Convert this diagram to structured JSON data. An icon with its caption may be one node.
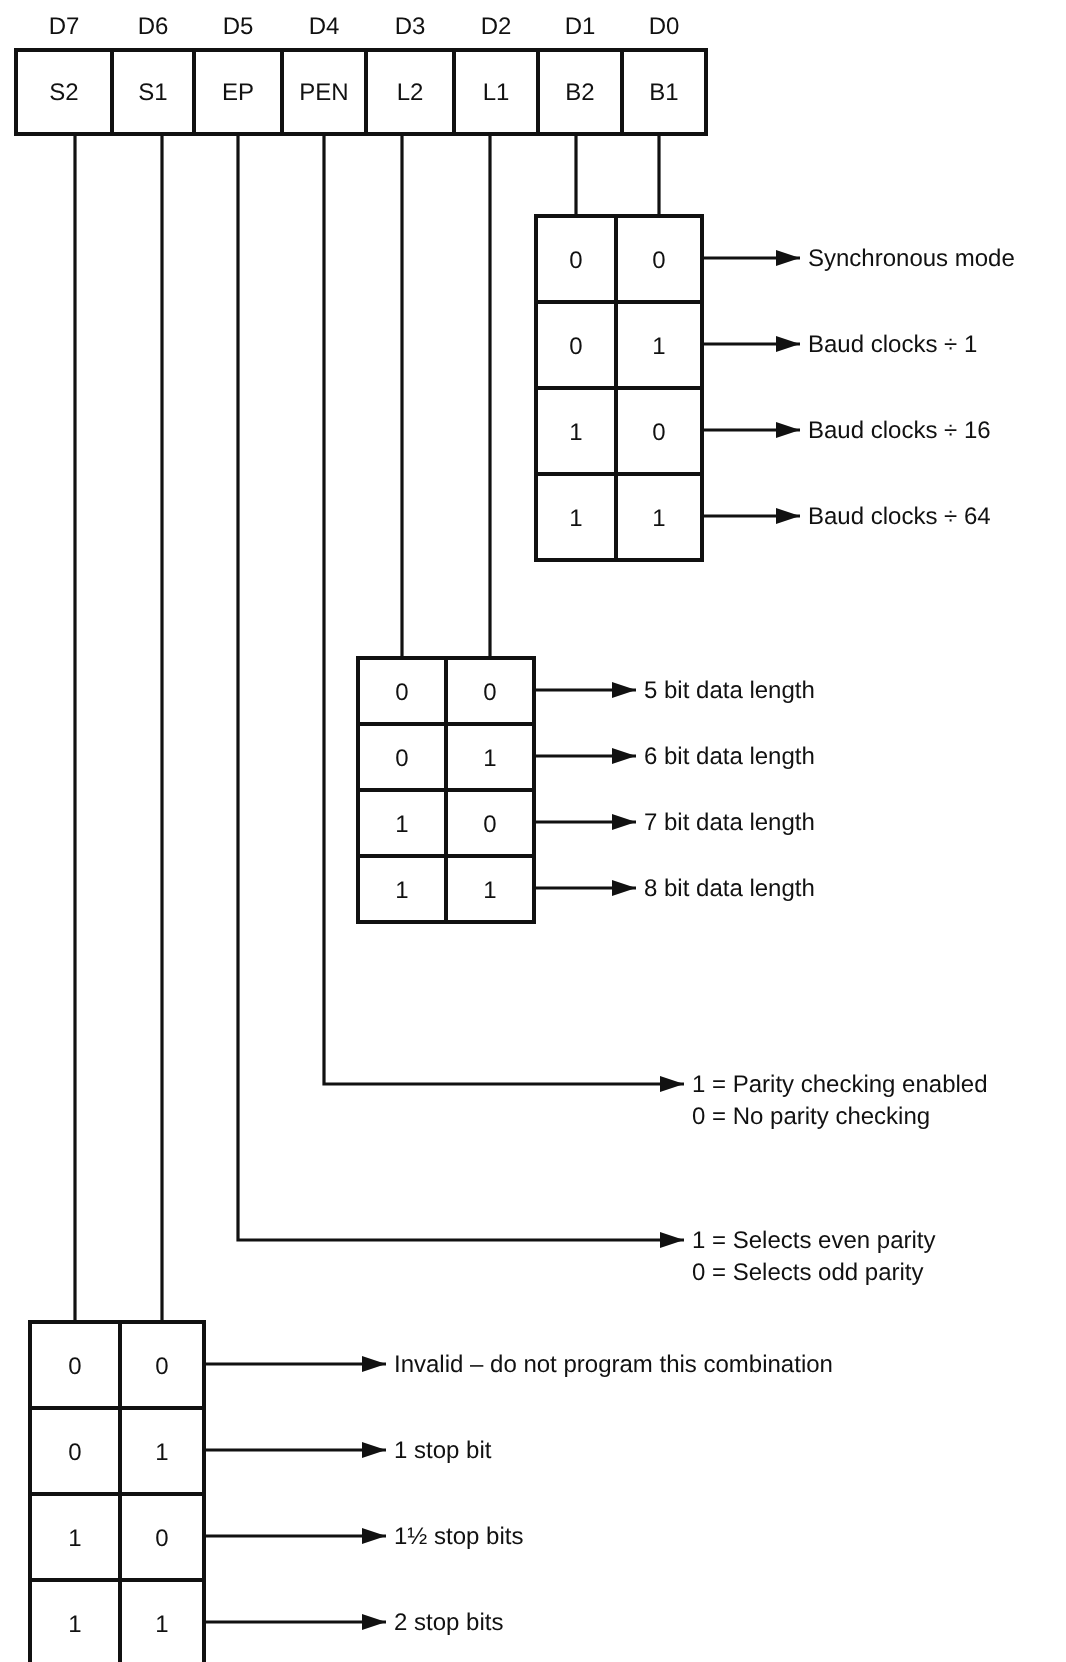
{
  "diagram": {
    "nodes": [
      {
        "text": [
          "S2"
        ],
        "beside": [
          "D7"
        ]
      },
      {
        "text": [
          "S1"
        ],
        "beside": [
          "D6"
        ]
      },
      {
        "text": [
          "EP"
        ],
        "beside": [
          "D5"
        ]
      },
      {
        "text": [
          "PEN"
        ],
        "beside": [
          "D4"
        ]
      },
      {
        "text": [
          "L2"
        ],
        "beside": [
          "D3"
        ]
      },
      {
        "text": [
          "L1"
        ],
        "beside": [
          "D2"
        ]
      },
      {
        "text": [
          "B2"
        ],
        "beside": [
          "D1"
        ]
      },
      {
        "text": [
          "B1"
        ],
        "beside": [
          "D0"
        ]
      },
      {
        "text": [
          "0"
        ]
      },
      {
        "text": [
          "0"
        ]
      },
      {
        "text": [
          "Synchronous mode"
        ]
      },
      {
        "text": [
          "0"
        ]
      },
      {
        "text": [
          "1"
        ]
      },
      {
        "text": [
          "Baud clocks ÷ 1"
        ]
      },
      {
        "text": [
          "1"
        ]
      },
      {
        "text": [
          "0"
        ]
      },
      {
        "text": [
          "Baud clocks ÷ 16"
        ]
      },
      {
        "text": [
          "1"
        ]
      },
      {
        "text": [
          "1"
        ]
      },
      {
        "text": [
          "Baud clocks ÷ 64"
        ]
      },
      {
        "text": [
          "0"
        ]
      },
      {
        "text": [
          "0"
        ]
      },
      {
        "text": [
          "5 bit data length"
        ]
      },
      {
        "text": [
          "0"
        ]
      },
      {
        "text": [
          "1"
        ]
      },
      {
        "text": [
          "6 bit data length"
        ]
      },
      {
        "text": [
          "1"
        ]
      },
      {
        "text": [
          "0"
        ]
      },
      {
        "text": [
          "7 bit data length"
        ]
      },
      {
        "text": [
          "1"
        ]
      },
      {
        "text": [
          "1"
        ]
      },
      {
        "text": [
          "8 bit data length"
        ]
      },
      {
        "text": [
          "1 = Parity checking enabled",
          "0 = No parity checking"
        ]
      },
      {
        "text": [
          "1 = Selects even parity",
          "0 = Selects odd parity"
        ]
      },
      {
        "text": [
          "0"
        ]
      },
      {
        "text": [
          "0"
        ]
      },
      {
        "text": [
          "Invalid – do not program this combination"
        ]
      },
      {
        "text": [
          "0"
        ]
      },
      {
        "text": [
          "1"
        ]
      },
      {
        "text": [
          "1 stop bit"
        ]
      },
      {
        "text": [
          "1"
        ]
      },
      {
        "text": [
          "0"
        ]
      },
      {
        "text": [
          "1½ stop bits"
        ]
      },
      {
        "text": [
          "1"
        ]
      },
      {
        "text": [
          "1"
        ]
      },
      {
        "text": [
          "2 stop bits"
        ]
      }
    ],
    "edges": [
      {
        "from": 0,
        "to": 34,
        "arrow": "none"
      },
      {
        "from": 1,
        "to": 35,
        "arrow": "none"
      },
      {
        "from": 2,
        "to": 33,
        "arrow": "to"
      },
      {
        "from": 3,
        "to": 32,
        "arrow": "to"
      },
      {
        "from": 4,
        "to": 20,
        "arrow": "none"
      },
      {
        "from": 5,
        "to": 21,
        "arrow": "none"
      },
      {
        "from": 6,
        "to": 8,
        "arrow": "none"
      },
      {
        "from": 7,
        "to": 9,
        "arrow": "none"
      },
      {
        "from": 9,
        "to": 10,
        "arrow": "to"
      },
      {
        "from": 12,
        "to": 13,
        "arrow": "to"
      },
      {
        "from": 15,
        "to": 16,
        "arrow": "to"
      },
      {
        "from": 18,
        "to": 19,
        "arrow": "to"
      },
      {
        "from": 21,
        "to": 22,
        "arrow": "to"
      },
      {
        "from": 24,
        "to": 25,
        "arrow": "to"
      },
      {
        "from": 27,
        "to": 28,
        "arrow": "to"
      },
      {
        "from": 30,
        "to": 31,
        "arrow": "to"
      },
      {
        "from": 35,
        "to": 36,
        "arrow": "to"
      },
      {
        "from": 38,
        "to": 39,
        "arrow": "to"
      },
      {
        "from": 41,
        "to": 42,
        "arrow": "to"
      },
      {
        "from": 44,
        "to": 45,
        "arrow": "to"
      }
    ]
  }
}
